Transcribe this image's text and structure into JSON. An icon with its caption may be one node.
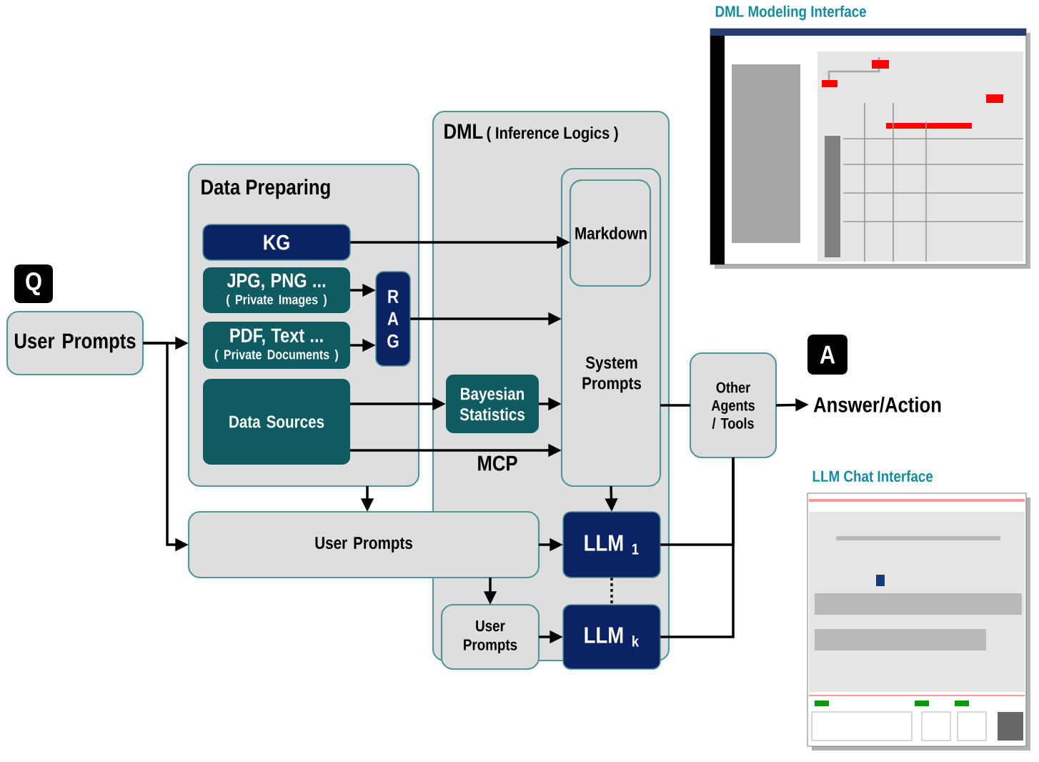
{
  "diagram": {
    "nodes": [
      {
        "text": [
          "Data Preparing"
        ]
      },
      {
        "text": [
          "KG"
        ],
        "in": 0
      },
      {
        "text": [
          "JPG, PNG ...",
          "( Private Images )"
        ],
        "in": 0
      },
      {
        "text": [
          "PDF, Text ...",
          "( Private Documents )"
        ],
        "in": 0
      },
      {
        "text": [
          "R A G"
        ],
        "in": 0
      },
      {
        "text": [
          "Data Sources"
        ],
        "in": 0
      },
      {
        "text": [
          "DML",
          "( Inference Logics )"
        ]
      },
      {
        "text": [
          "System Prompts"
        ],
        "in": 6
      },
      {
        "text": [
          "Markdown"
        ],
        "in": 7
      },
      {
        "text": [
          "Bayesian Statistics"
        ],
        "in": 6
      },
      {
        "text": [
          "Other Agents / Tools"
        ]
      },
      {
        "text": [
          "User Prompts"
        ]
      },
      {
        "text": [
          "User Prompts"
        ]
      },
      {
        "text": [
          "LLM $_{1}$"
        ],
        "in": 6
      },
      {
        "text": [
          "User Prompts"
        ],
        "in": 6
      },
      {
        "text": [
          "LLM $_{k}$"
        ],
        "in": 6
      },
      {
        "text": [
          "Q"
        ]
      },
      {
        "text": [
          "A"
        ]
      },
      {
        "text": [
          "Answer/Action"
        ]
      }
    ],
    "edges": [
      {
        "from": 11,
        "to": 0,
        "arrow": "to"
      },
      {
        "from": 11,
        "to": 12,
        "arrow": "to"
      },
      {
        "from": 1,
        "to": 8,
        "arrow": "to"
      },
      {
        "from": 2,
        "to": 4,
        "arrow": "to"
      },
      {
        "from": 3,
        "to": 4,
        "arrow": "to"
      },
      {
        "from": 4,
        "to": 7,
        "arrow": "to"
      },
      {
        "from": 5,
        "to": 9,
        "arrow": "to"
      },
      {
        "from": 9,
        "to": 7,
        "arrow": "to"
      },
      {
        "from": 5,
        "to": 7,
        "arrow": "to"
      },
      {
        "from": 0,
        "to": 12,
        "arrow": "to"
      },
      {
        "from": 7,
        "to": 13,
        "arrow": "to"
      },
      {
        "from": 12,
        "to": 13,
        "arrow": "to"
      },
      {
        "from": 12,
        "to": 14,
        "arrow": "to"
      },
      {
        "from": 14,
        "to": 15,
        "arrow": "to"
      },
      {
        "from": 13,
        "to": 15,
        "arrow": "none",
        "style": "dashed"
      },
      {
        "from": 7,
        "to": 10,
        "arrow": "none"
      },
      {
        "from": 13,
        "to": 10,
        "arrow": "none"
      },
      {
        "from": 15,
        "to": 10,
        "arrow": "none"
      },
      {
        "from": 10,
        "to": 18,
        "arrow": "to"
      }
    ],
    "labels": [
      "DML Modeling Interface",
      "MCP",
      "LLM Chat Interface"
    ]
  }
}
